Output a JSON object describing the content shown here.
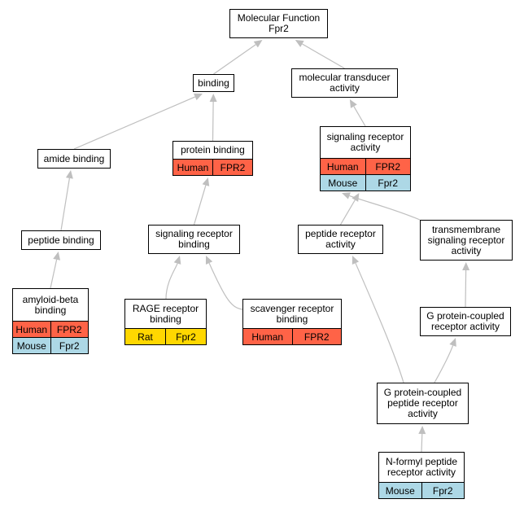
{
  "colors": {
    "edge": "#bfbfbf",
    "human": "#ff6347",
    "mouse": "#add8e6",
    "rat": "#ffd700"
  },
  "nodes": [
    {
      "id": "mf",
      "title": "Molecular Function\nFpr2",
      "rows": []
    },
    {
      "id": "binding",
      "title": "binding",
      "rows": []
    },
    {
      "id": "mta",
      "title": "molecular transducer\nactivity",
      "rows": []
    },
    {
      "id": "amide",
      "title": "amide binding",
      "rows": []
    },
    {
      "id": "protbind",
      "title": "protein binding",
      "rows": [
        {
          "species": "Human",
          "gene": "FPR2",
          "color": "human"
        }
      ]
    },
    {
      "id": "sra",
      "title": "signaling receptor\nactivity",
      "rows": [
        {
          "species": "Human",
          "gene": "FPR2",
          "color": "human"
        },
        {
          "species": "Mouse",
          "gene": "Fpr2",
          "color": "mouse"
        }
      ]
    },
    {
      "id": "pepbind",
      "title": "peptide binding",
      "rows": []
    },
    {
      "id": "srb",
      "title": "signaling receptor\nbinding",
      "rows": []
    },
    {
      "id": "pra",
      "title": "peptide receptor\nactivity",
      "rows": []
    },
    {
      "id": "tsra",
      "title": "transmembrane\nsignaling receptor\nactivity",
      "rows": []
    },
    {
      "id": "abeta",
      "title": "amyloid-beta\nbinding",
      "rows": [
        {
          "species": "Human",
          "gene": "FPR2",
          "color": "human"
        },
        {
          "species": "Mouse",
          "gene": "Fpr2",
          "color": "mouse"
        }
      ]
    },
    {
      "id": "rage",
      "title": "RAGE receptor\nbinding",
      "rows": [
        {
          "species": "Rat",
          "gene": "Fpr2",
          "color": "rat"
        }
      ]
    },
    {
      "id": "scav",
      "title": "scavenger receptor\nbinding",
      "rows": [
        {
          "species": "Human",
          "gene": "FPR2",
          "color": "human"
        }
      ]
    },
    {
      "id": "gpcr",
      "title": "G protein-coupled\nreceptor activity",
      "rows": []
    },
    {
      "id": "gpcpra",
      "title": "G protein-coupled\npeptide receptor\nactivity",
      "rows": []
    },
    {
      "id": "nfpra",
      "title": "N-formyl peptide\nreceptor activity",
      "rows": [
        {
          "species": "Mouse",
          "gene": "Fpr2",
          "color": "mouse"
        }
      ]
    }
  ],
  "edges": [
    {
      "from": "binding",
      "to": "mf"
    },
    {
      "from": "mta",
      "to": "mf"
    },
    {
      "from": "amide",
      "to": "binding"
    },
    {
      "from": "protbind",
      "to": "binding"
    },
    {
      "from": "sra",
      "to": "mta"
    },
    {
      "from": "pepbind",
      "to": "amide"
    },
    {
      "from": "srb",
      "to": "protbind"
    },
    {
      "from": "pra",
      "to": "sra"
    },
    {
      "from": "tsra",
      "to": "sra"
    },
    {
      "from": "abeta",
      "to": "pepbind"
    },
    {
      "from": "rage",
      "to": "srb"
    },
    {
      "from": "scav",
      "to": "srb"
    },
    {
      "from": "gpcr",
      "to": "tsra"
    },
    {
      "from": "gpcpra",
      "to": "pra"
    },
    {
      "from": "gpcpra",
      "to": "gpcr"
    },
    {
      "from": "nfpra",
      "to": "gpcpra"
    }
  ]
}
